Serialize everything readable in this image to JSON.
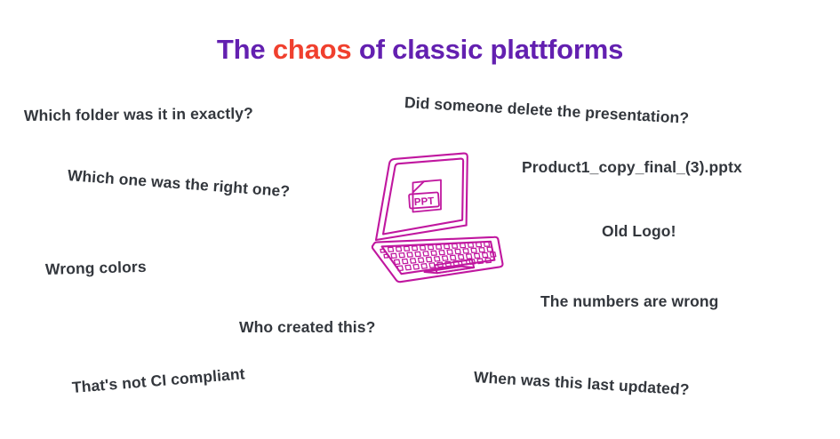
{
  "slide": {
    "background_color": "#FFFFFF",
    "title": {
      "before": "The ",
      "accent": "chaos",
      "after": " of classic plattforms",
      "full_text": "The chaos of classic plattforms",
      "color": "#6320B0",
      "accent_color": "#F0402E"
    },
    "pain_points": [
      {
        "id": "folder",
        "text": "Which folder was it in exactly?"
      },
      {
        "id": "delete",
        "text": "Did someone delete the presentation?"
      },
      {
        "id": "right_one",
        "text": "Which one was the right one?"
      },
      {
        "id": "filename",
        "text": "Product1_copy_final_(3).pptx"
      },
      {
        "id": "old_logo",
        "text": "Old Logo!"
      },
      {
        "id": "wrong_colors",
        "text": "Wrong colors"
      },
      {
        "id": "numbers",
        "text": "The numbers are wrong"
      },
      {
        "id": "who_created",
        "text": "Who created this?"
      },
      {
        "id": "last_updated",
        "text": "When was this last updated?"
      },
      {
        "id": "ci_compliant",
        "text": "That's not CI compliant"
      }
    ],
    "illustration": {
      "name": "laptop-with-ppt-file",
      "screen_label": "PPT",
      "stroke_color": "#C0179F",
      "text_color": "#33373D"
    }
  }
}
